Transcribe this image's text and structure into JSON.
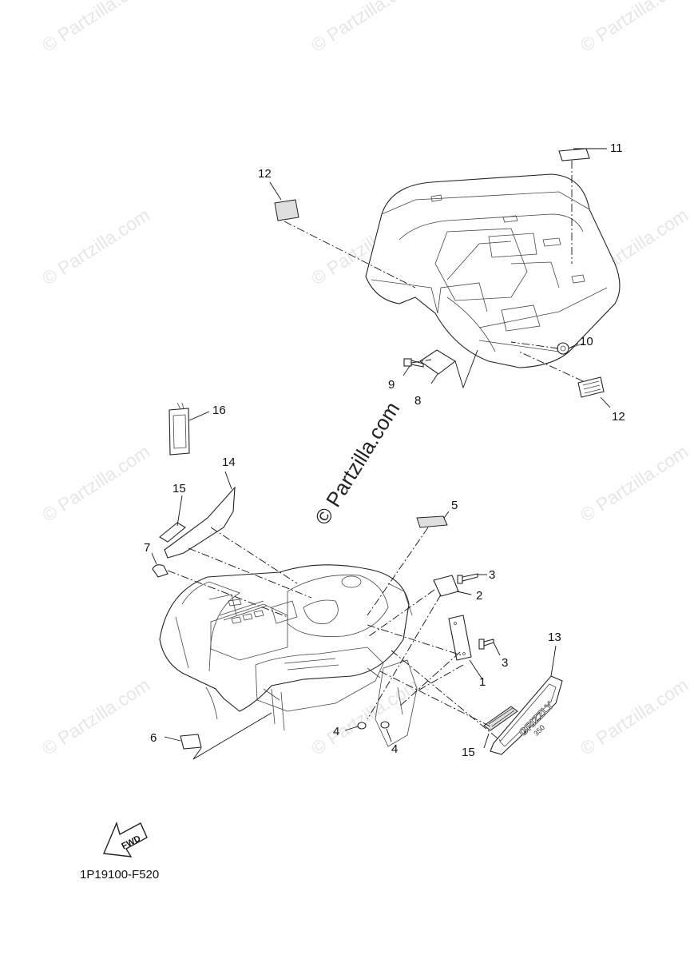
{
  "watermark": {
    "repeat_text": "© Partzilla.com",
    "center_text": "© Partzilla.com"
  },
  "diagram_code": "1P19100-F520",
  "fwd_arrow_label": "FWD",
  "callouts": [
    {
      "id": "c1",
      "label": "1"
    },
    {
      "id": "c2",
      "label": "2"
    },
    {
      "id": "c3a",
      "label": "3"
    },
    {
      "id": "c3b",
      "label": "3"
    },
    {
      "id": "c4a",
      "label": "4"
    },
    {
      "id": "c4b",
      "label": "4"
    },
    {
      "id": "c5",
      "label": "5"
    },
    {
      "id": "c6",
      "label": "6"
    },
    {
      "id": "c7",
      "label": "7"
    },
    {
      "id": "c8",
      "label": "8"
    },
    {
      "id": "c9",
      "label": "9"
    },
    {
      "id": "c10",
      "label": "10"
    },
    {
      "id": "c11",
      "label": "11"
    },
    {
      "id": "c12a",
      "label": "12"
    },
    {
      "id": "c12b",
      "label": "12"
    },
    {
      "id": "c13",
      "label": "13"
    },
    {
      "id": "c14",
      "label": "14"
    },
    {
      "id": "c15a",
      "label": "15"
    },
    {
      "id": "c15b",
      "label": "15"
    },
    {
      "id": "c16",
      "label": "16"
    }
  ],
  "colors": {
    "line": "#111111",
    "watermark": "#e6e6e6",
    "background": "#ffffff"
  }
}
